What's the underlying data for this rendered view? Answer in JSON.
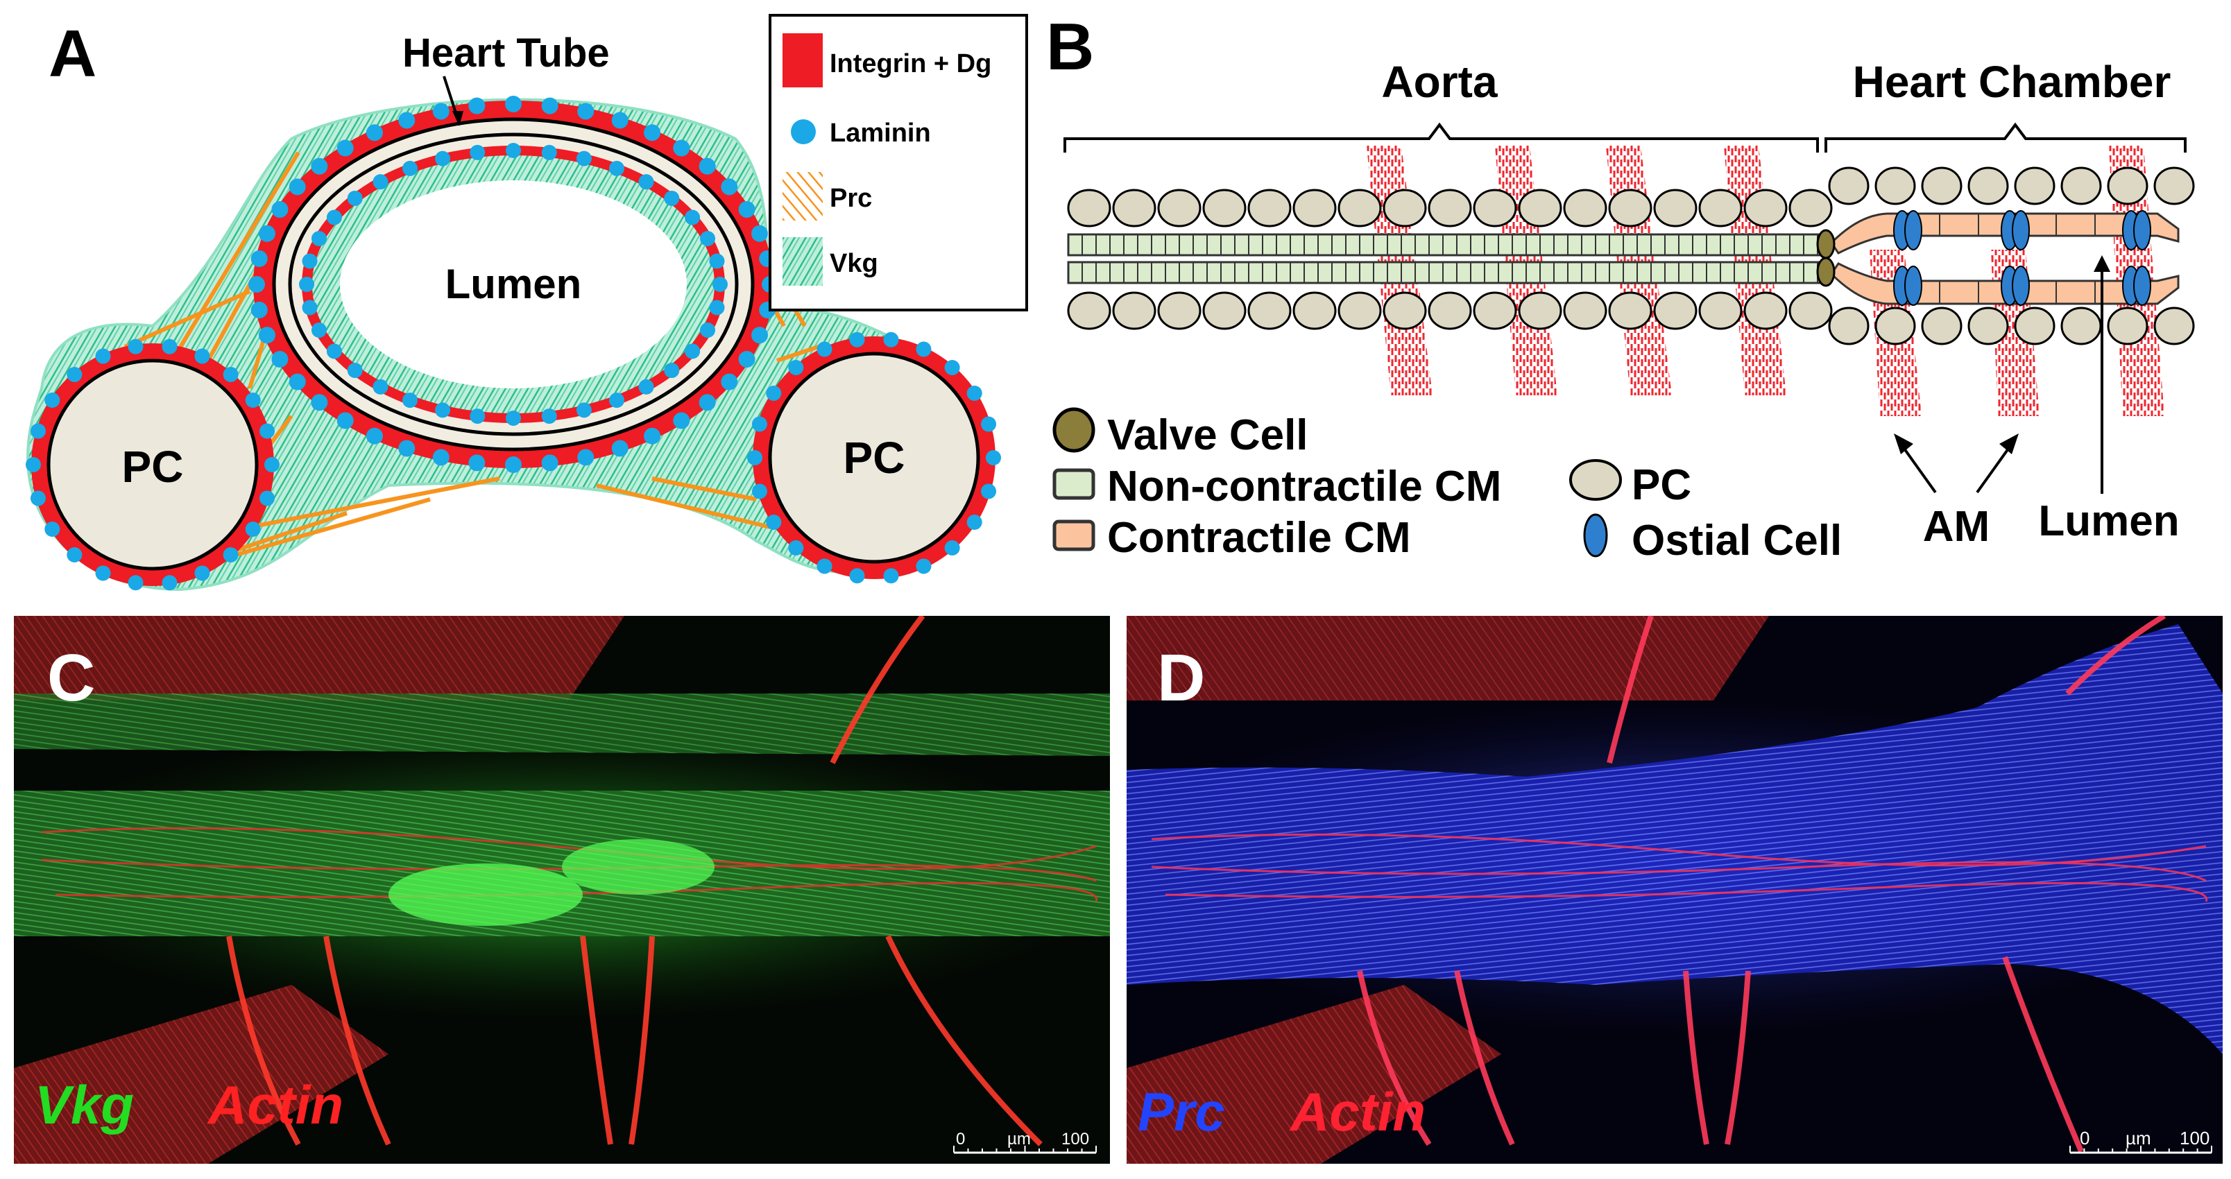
{
  "panel_a": {
    "letter": "A",
    "title": "Heart Tube",
    "lumen_label": "Lumen",
    "pc_left_label": "PC",
    "pc_right_label": "PC",
    "legend": [
      {
        "label": "Integrin + Dg",
        "symbol": "red-rect",
        "color": "#ee1c24"
      },
      {
        "label": "Laminin",
        "symbol": "blue-dot",
        "color": "#1aa8e6"
      },
      {
        "label": "Prc",
        "symbol": "orange-hatch",
        "color": "#f7941d"
      },
      {
        "label": "Vkg",
        "symbol": "green-hatch",
        "color": "#2cbf8a"
      }
    ]
  },
  "panel_b": {
    "letter": "B",
    "aorta_label": "Aorta",
    "chamber_label": "Heart Chamber",
    "am_label": "AM",
    "lumen_label": "Lumen",
    "legend": [
      {
        "label": "Valve Cell",
        "symbol": "valve-cell",
        "color": "#8b7d3a"
      },
      {
        "label": "Non-contractile CM",
        "symbol": "noncontractile-cm",
        "color": "#dbeccd"
      },
      {
        "label": "Contractile CM",
        "symbol": "contractile-cm",
        "color": "#fbc49e"
      },
      {
        "label": "PC",
        "symbol": "pc",
        "color": "#ddd8c4"
      },
      {
        "label": "Ostial Cell",
        "symbol": "ostial-cell",
        "color": "#2f7fcf"
      }
    ]
  },
  "panel_c": {
    "letter": "C",
    "stain_1": "Vkg",
    "stain_2": "Actin",
    "scale_start": "0",
    "scale_unit": "µm",
    "scale_end": "100"
  },
  "panel_d": {
    "letter": "D",
    "stain_1": "Prc",
    "stain_2": "Actin",
    "scale_start": "0",
    "scale_unit": "µm",
    "scale_end": "100"
  },
  "colors": {
    "red": "#ee1c24",
    "laminin_blue": "#1aa8e6",
    "prc_orange": "#f7941d",
    "vkg_green": "#2cbf8a",
    "pc_fill": "#ede8dc",
    "valve": "#8b7d3a",
    "noncontractile": "#dbeccd",
    "contractile": "#fbc49e",
    "pc_cell": "#ddd8c4",
    "ostial": "#2f7fcf",
    "stain_green": "#22dd22",
    "stain_red": "#ff2222",
    "stain_blue": "#2244ff"
  }
}
